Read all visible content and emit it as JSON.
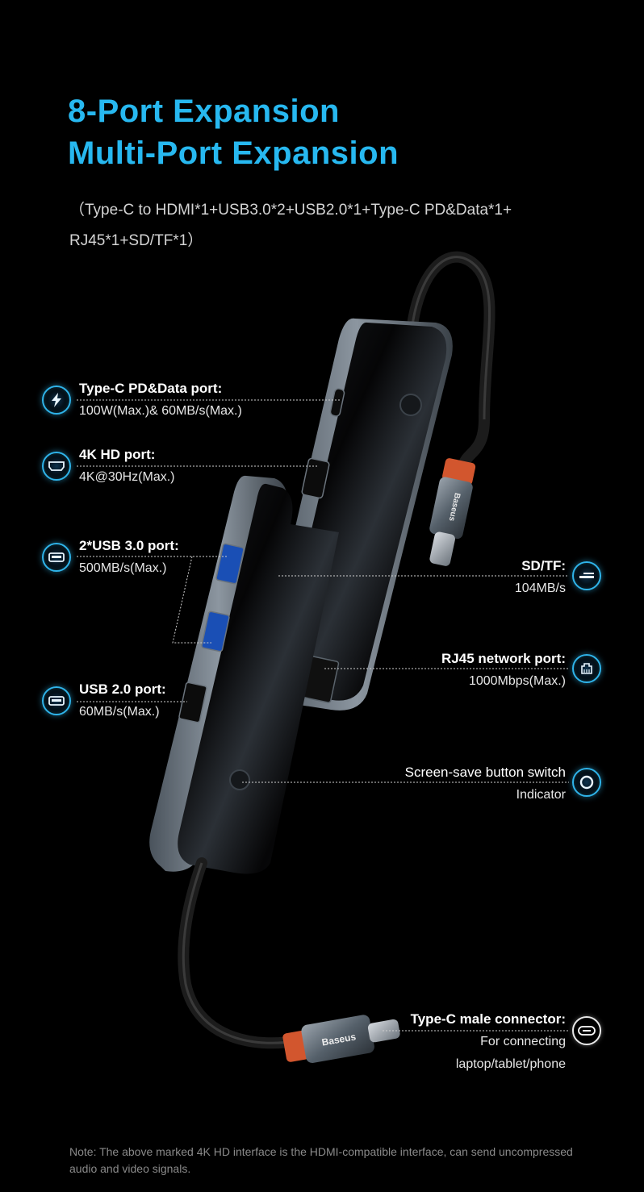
{
  "header": {
    "title_line1": "8-Port Expansion",
    "title_line2": "Multi-Port Expansion",
    "subtitle": "（Type-C to HDMI*1+USB3.0*2+USB2.0*1+Type-C PD&Data*1+ RJ45*1+SD/TF*1）"
  },
  "product": {
    "brand_label": "Baseus",
    "port_labels": [
      "Type-C",
      "HDMI",
      "USB3.0",
      "USB3.0",
      "USB2.0"
    ]
  },
  "callouts": {
    "typec_pd": {
      "title": "Type-C PD&Data port:",
      "sub": "100W(Max.)& 60MB/s(Max.)",
      "icon": "lightning-icon"
    },
    "hdmi": {
      "title": "4K HD port:",
      "sub": "4K@30Hz(Max.)",
      "icon": "hdmi-port-icon"
    },
    "usb30": {
      "title": "2*USB 3.0 port:",
      "sub": "500MB/s(Max.)",
      "icon": "usb-port-icon"
    },
    "usb20": {
      "title": "USB 2.0 port:",
      "sub": "60MB/s(Max.)",
      "icon": "usb-port-icon"
    },
    "sdtf": {
      "title": "SD/TF:",
      "sub": "104MB/s",
      "icon": "sd-card-icon"
    },
    "rj45": {
      "title": "RJ45 network port:",
      "sub": "1000Mbps(Max.)",
      "icon": "ethernet-port-icon"
    },
    "screensave": {
      "title": "Screen-save button switch",
      "sub": "Indicator",
      "icon": "button-ring-icon"
    },
    "typec_male": {
      "title": "Type-C male connector:",
      "sub1": "For connecting",
      "sub2": "laptop/tablet/phone",
      "icon": "typec-connector-icon"
    }
  },
  "colors": {
    "accent": "#27b8f0",
    "ring": "#2fb4ea",
    "background": "#000000",
    "connector_orange": "#d2562e"
  },
  "note": "Note: The above marked 4K HD interface is  the HDMI-compatible interface, can send uncompressed audio and video signals."
}
